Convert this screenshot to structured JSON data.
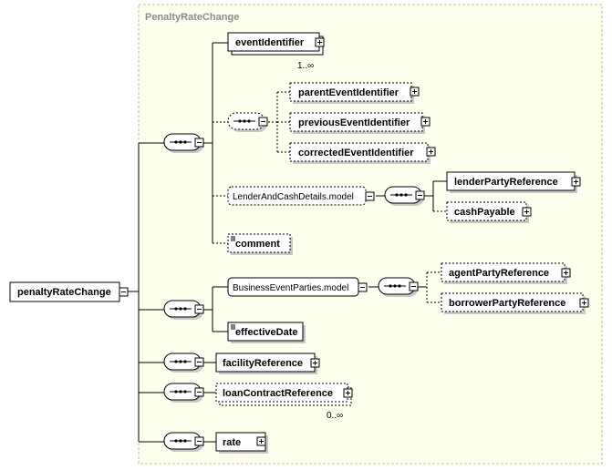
{
  "group": {
    "title": "PenaltyRateChange"
  },
  "root": {
    "label": "penaltyRateChange"
  },
  "elements": {
    "eventIdentifier": "eventIdentifier",
    "eventIdentifier_occurs": "1..∞",
    "parentEventIdentifier": "parentEventIdentifier",
    "previousEventIdentifier": "previousEventIdentifier",
    "correctedEventIdentifier": "correctedEventIdentifier",
    "lenderAndCashDetails": "LenderAndCashDetails.model",
    "lenderPartyReference": "lenderPartyReference",
    "cashPayable": "cashPayable",
    "comment": "comment",
    "businessEventParties": "BusinessEventParties.model",
    "agentPartyReference": "agentPartyReference",
    "borrowerPartyReference": "borrowerPartyReference",
    "effectiveDate": "effectiveDate",
    "facilityReference": "facilityReference",
    "loanContractReference": "loanContractReference",
    "loanContractReference_occurs": "0..∞",
    "rate": "rate"
  },
  "colors": {
    "group_fill": "#ffffee",
    "group_border": "#c0c08a",
    "node_fill": "#ffffff",
    "shadow": "#c8c8c8"
  }
}
